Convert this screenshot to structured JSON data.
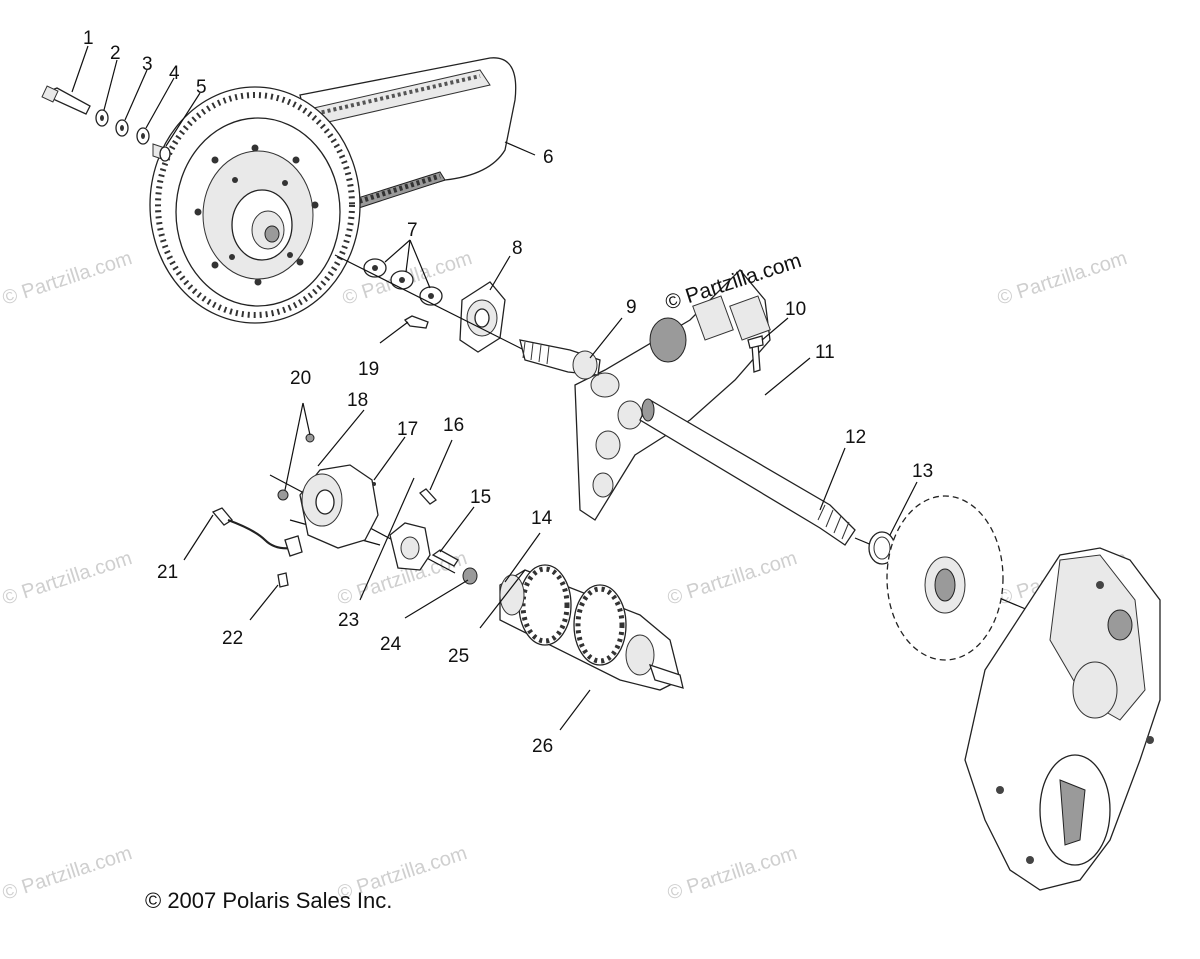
{
  "copyright": "© 2007 Polaris Sales Inc.",
  "watermark_text": "© Partzilla.com",
  "watermarks": [
    {
      "id": "wm1"
    },
    {
      "id": "wm2"
    },
    {
      "id": "wm3"
    },
    {
      "id": "wm4"
    },
    {
      "id": "wm5"
    },
    {
      "id": "wm6"
    },
    {
      "id": "wm7"
    },
    {
      "id": "wm8"
    },
    {
      "id": "wm9"
    },
    {
      "id": "wm10"
    }
  ],
  "callouts": [
    "1",
    "2",
    "3",
    "4",
    "5",
    "6",
    "7",
    "8",
    "9",
    "10",
    "11",
    "12",
    "13",
    "14",
    "15",
    "16",
    "17",
    "18",
    "19",
    "20",
    "21",
    "22",
    "23",
    "24",
    "25",
    "26"
  ]
}
